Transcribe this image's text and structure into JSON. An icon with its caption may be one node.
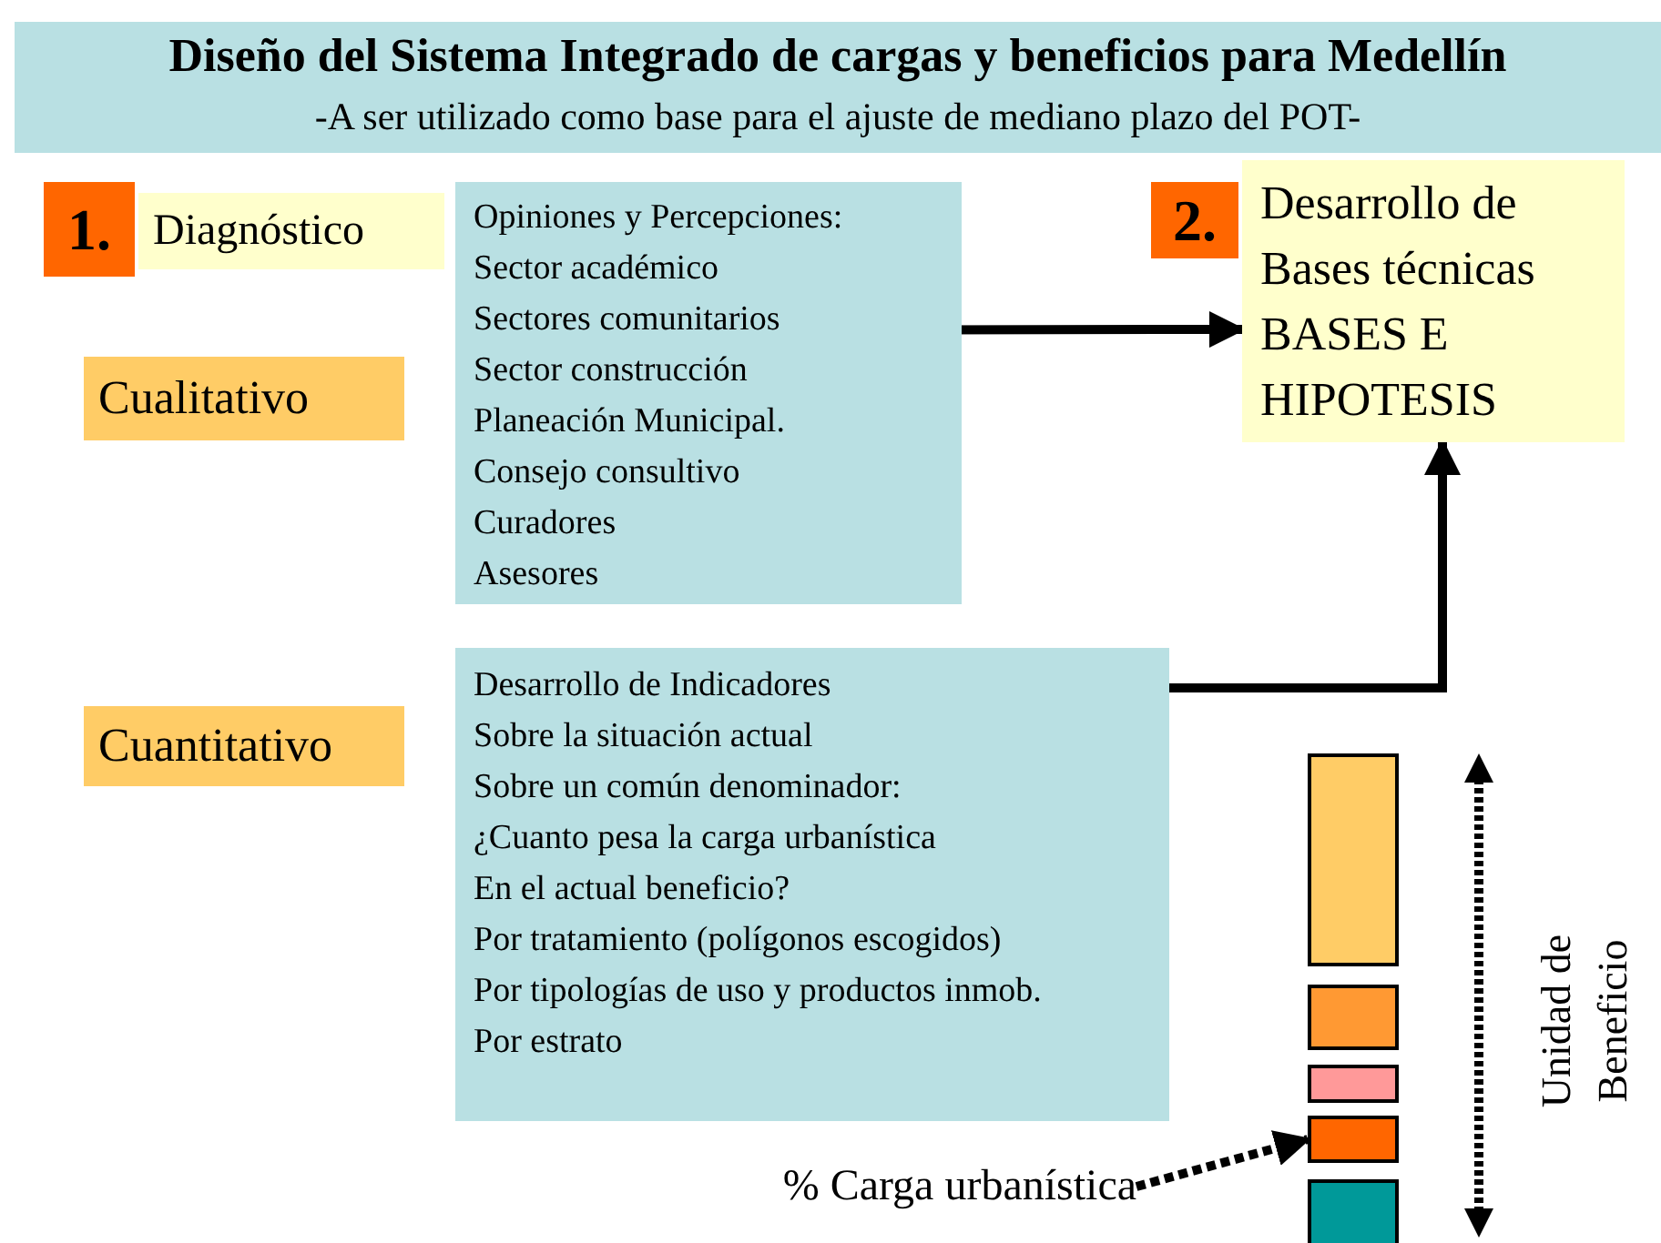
{
  "diagram": {
    "nodes": [
      {
        "text": [
          "Diagnóstico"
        ],
        "beside": [
          "1."
        ]
      },
      {
        "text": [
          "Cualitativo"
        ]
      },
      {
        "text": [
          "Cuantitativo"
        ]
      },
      {
        "text": [
          "Opiniones y Percepciones:",
          "Sector académico",
          "Sectores comunitarios",
          "Sector construcción",
          "Planeación Municipal.",
          "Consejo consultivo",
          "Curadores",
          "Asesores"
        ]
      },
      {
        "text": [
          "Desarrollo de Indicadores",
          "Sobre la situación actual",
          "Sobre un común denominador:",
          "¿Cuanto pesa la carga urbanística",
          "En el actual beneficio?",
          "Por tratamiento (polígonos escogidos)",
          "Por tipologías de uso y productos inmob.",
          "Por estrato"
        ]
      },
      {
        "text": [
          "Desarrollo de Bases técnicas",
          "BASES E HIPOTESIS"
        ],
        "beside": [
          "2."
        ]
      },
      {
        "text": [
          "% Carga urbanística"
        ]
      },
      {
        "text": [],
        "shape": "bar"
      },
      {
        "text": [],
        "shape": "bar"
      },
      {
        "text": [],
        "shape": "bar"
      },
      {
        "text": [],
        "shape": "bar"
      },
      {
        "text": [],
        "shape": "bar"
      }
    ],
    "edges": [
      {
        "from": 3,
        "to": 5,
        "arrow": "to"
      },
      {
        "from": 4,
        "to": 5,
        "arrow": "to"
      },
      {
        "from": 6,
        "to": 10,
        "arrow": "to",
        "style": "dashed"
      }
    ],
    "labels": [
      "Diseño del Sistema Integrado de cargas y beneficios para Medellín",
      "-A ser utilizado como base para el ajuste de mediano plazo del POT-",
      "Unidad de Beneficio"
    ]
  }
}
